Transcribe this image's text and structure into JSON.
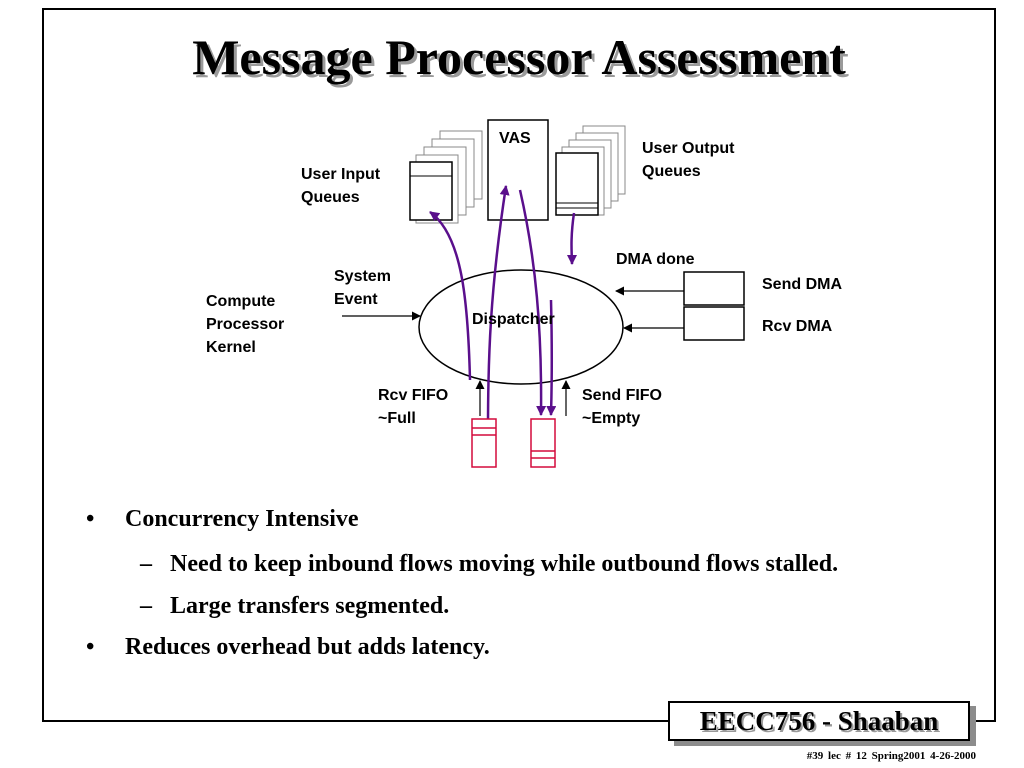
{
  "slide": {
    "title": "Message Processor Assessment",
    "footer_badge": "EECC756 - Shaaban",
    "footer_info": "#39   lec # 12    Spring2001   4-26-2000"
  },
  "diagram": {
    "vas": "VAS",
    "user_input_queues": "User Input\nQueues",
    "user_output_queues": "User Output\nQueues",
    "system_event": "System\nEvent",
    "compute_processor_kernel": "Compute\nProcessor\nKernel",
    "dispatcher": "Dispatcher",
    "dma_done": "DMA done",
    "send_dma": "Send DMA",
    "rcv_dma": "Rcv DMA",
    "rcv_fifo": "Rcv FIFO\n~Full",
    "send_fifo": "Send FIFO\n~Empty",
    "colors": {
      "flow_arrows": "#5a0f8c",
      "fifo_boxes": "#d40a3c"
    }
  },
  "bullets": [
    {
      "text": "Concurrency Intensive",
      "sub": [
        "Need to keep inbound flows moving while outbound flows stalled.",
        "Large transfers segmented."
      ]
    },
    {
      "text": "Reduces overhead but adds latency.",
      "sub": []
    }
  ]
}
